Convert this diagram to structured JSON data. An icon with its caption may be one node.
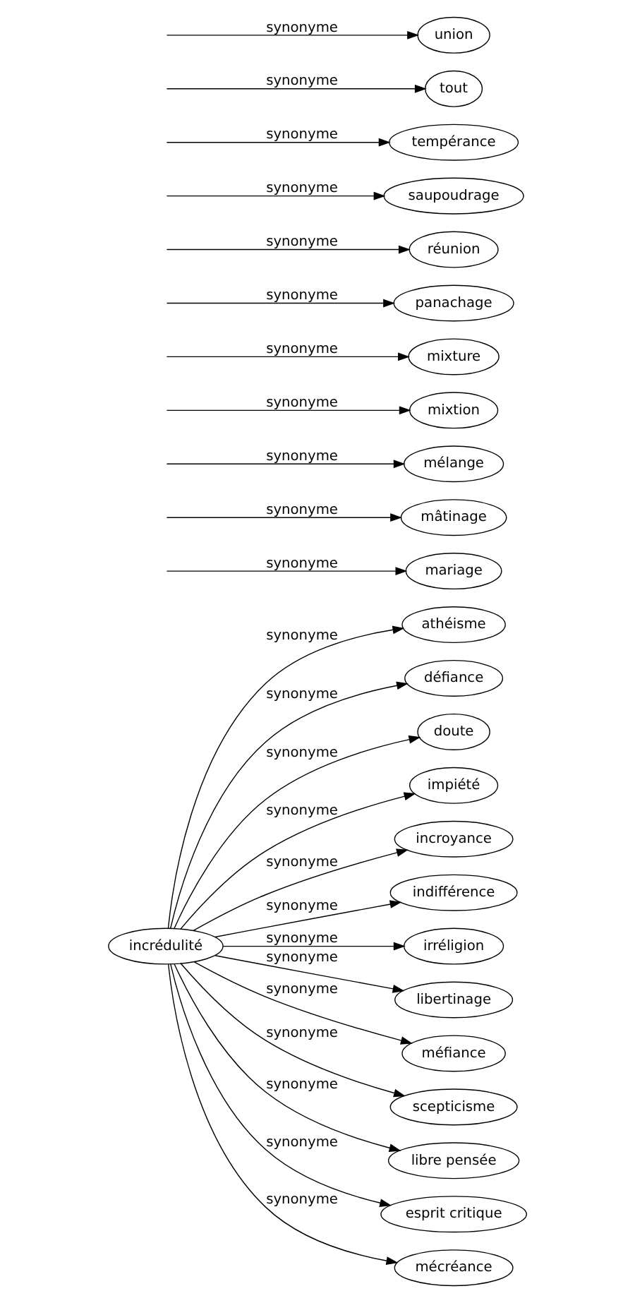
{
  "diagram": {
    "nodes": [
      {
        "text": [
          "incrédulité"
        ]
      },
      {
        "text": [
          "athéisme"
        ]
      },
      {
        "text": [
          "défiance"
        ]
      },
      {
        "text": [
          "doute"
        ]
      },
      {
        "text": [
          "impiété"
        ]
      },
      {
        "text": [
          "incroyance"
        ]
      },
      {
        "text": [
          "indifférence"
        ]
      },
      {
        "text": [
          "irréligion"
        ]
      },
      {
        "text": [
          "libertinage"
        ]
      },
      {
        "text": [
          "méfiance"
        ]
      },
      {
        "text": [
          "scepticisme"
        ]
      },
      {
        "text": [
          "libre pensée"
        ]
      },
      {
        "text": [
          "esprit critique"
        ]
      },
      {
        "text": [
          "mécréance"
        ]
      },
      {
        "text": [
          "mariage"
        ]
      },
      {
        "text": [
          "mâtinage"
        ]
      },
      {
        "text": [
          "mélange"
        ]
      },
      {
        "text": [
          "mixtion"
        ]
      },
      {
        "text": [
          "mixture"
        ]
      },
      {
        "text": [
          "panachage"
        ]
      },
      {
        "text": [
          "réunion"
        ]
      },
      {
        "text": [
          "saupoudrage"
        ]
      },
      {
        "text": [
          "tempérance"
        ]
      },
      {
        "text": [
          "tout"
        ]
      },
      {
        "text": [
          "union"
        ]
      }
    ],
    "edges": [
      {
        "from": 0,
        "to": 1,
        "arrow": "to",
        "label": "synonyme"
      },
      {
        "from": 0,
        "to": 2,
        "arrow": "to",
        "label": "synonyme"
      },
      {
        "from": 0,
        "to": 3,
        "arrow": "to",
        "label": "synonyme"
      },
      {
        "from": 0,
        "to": 4,
        "arrow": "to",
        "label": "synonyme"
      },
      {
        "from": 0,
        "to": 5,
        "arrow": "to",
        "label": "synonyme"
      },
      {
        "from": 0,
        "to": 6,
        "arrow": "to",
        "label": "synonyme"
      },
      {
        "from": 0,
        "to": 7,
        "arrow": "to",
        "label": "synonyme"
      },
      {
        "from": 0,
        "to": 8,
        "arrow": "to",
        "label": "synonyme"
      },
      {
        "from": 0,
        "to": 9,
        "arrow": "to",
        "label": "synonyme"
      },
      {
        "from": 0,
        "to": 10,
        "arrow": "to",
        "label": "synonyme"
      },
      {
        "from": 0,
        "to": 11,
        "arrow": "to",
        "label": "synonyme"
      },
      {
        "from": 0,
        "to": 12,
        "arrow": "to",
        "label": "synonyme"
      },
      {
        "from": 0,
        "to": 13,
        "arrow": "to",
        "label": "synonyme"
      },
      {
        "from": null,
        "to": 14,
        "arrow": "to",
        "label": "synonyme"
      },
      {
        "from": null,
        "to": 15,
        "arrow": "to",
        "label": "synonyme"
      },
      {
        "from": null,
        "to": 16,
        "arrow": "to",
        "label": "synonyme"
      },
      {
        "from": null,
        "to": 17,
        "arrow": "to",
        "label": "synonyme"
      },
      {
        "from": null,
        "to": 18,
        "arrow": "to",
        "label": "synonyme"
      },
      {
        "from": null,
        "to": 19,
        "arrow": "to",
        "label": "synonyme"
      },
      {
        "from": null,
        "to": 20,
        "arrow": "to",
        "label": "synonyme"
      },
      {
        "from": null,
        "to": 21,
        "arrow": "to",
        "label": "synonyme"
      },
      {
        "from": null,
        "to": 22,
        "arrow": "to",
        "label": "synonyme"
      },
      {
        "from": null,
        "to": 23,
        "arrow": "to",
        "label": "synonyme"
      },
      {
        "from": null,
        "to": 24,
        "arrow": "to",
        "label": "synonyme"
      }
    ]
  }
}
